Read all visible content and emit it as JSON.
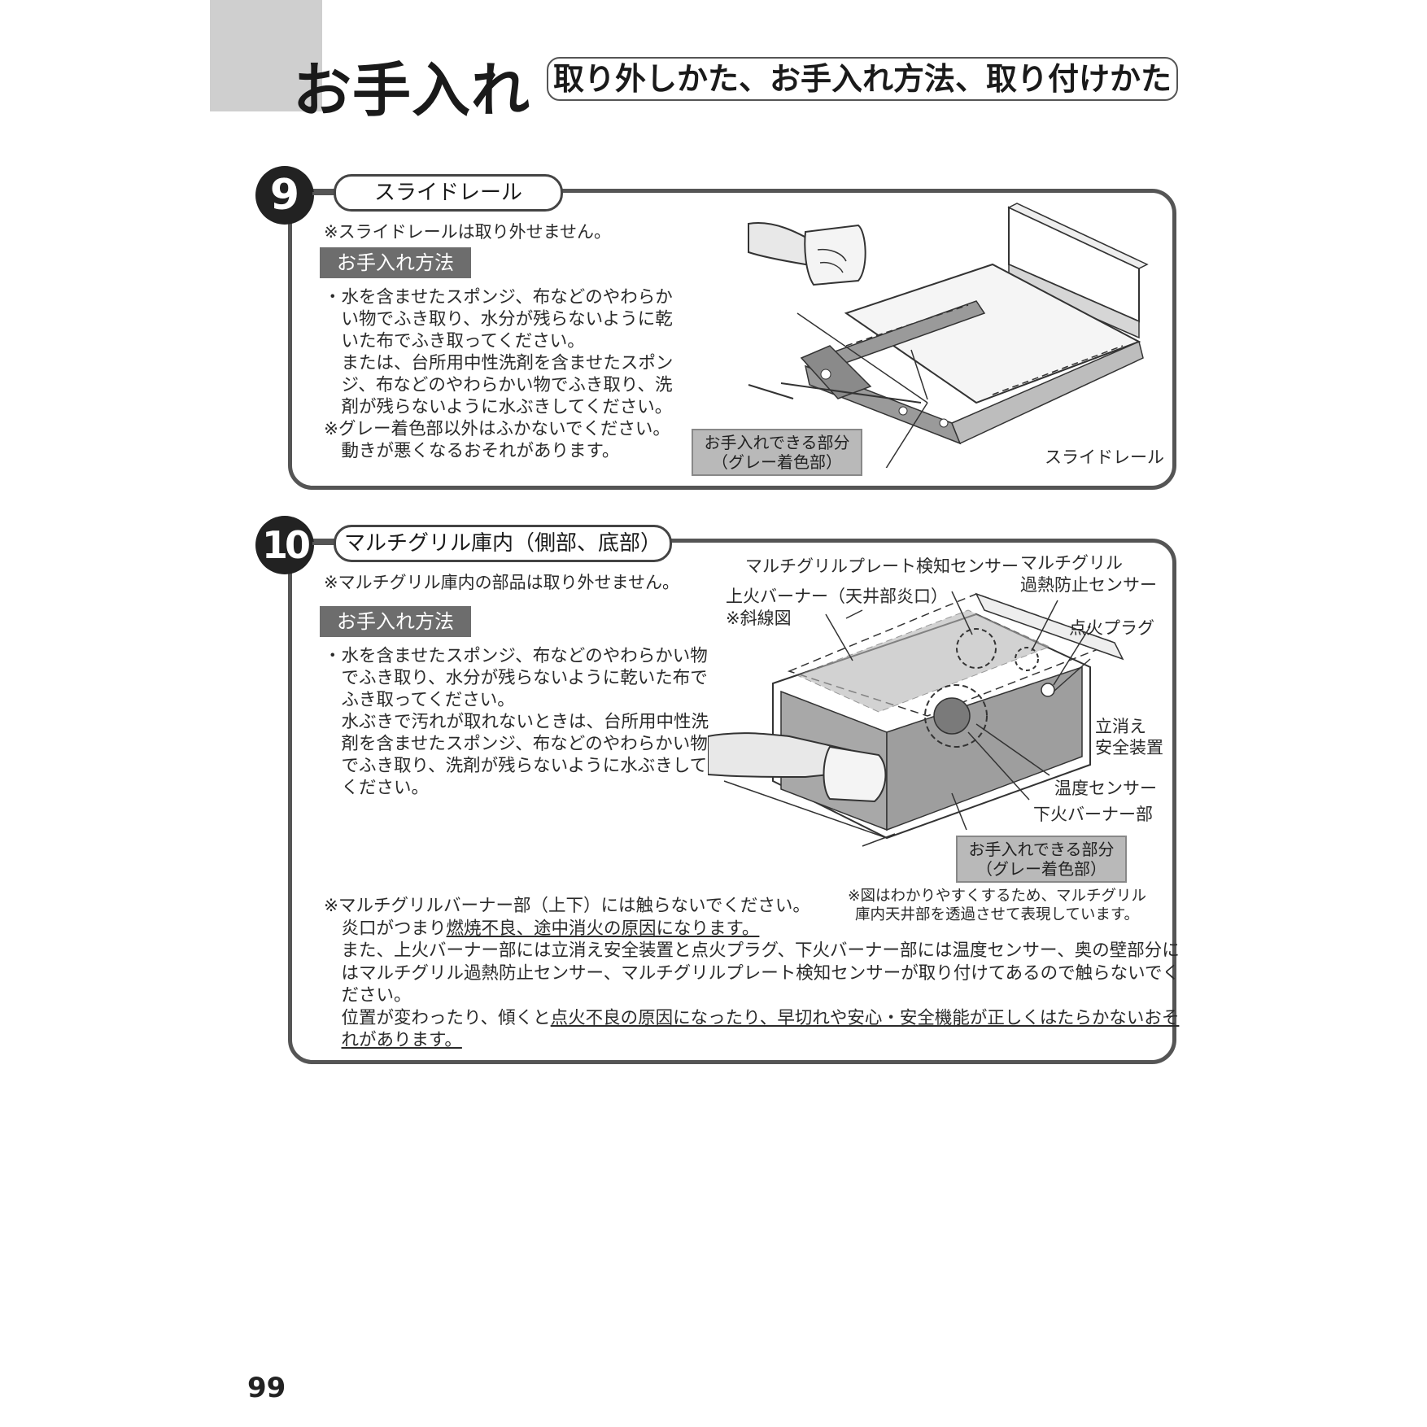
{
  "header": {
    "title": "お手入れ",
    "subtitle": "取り外しかた、お手入れ方法、取り付けかた"
  },
  "section9": {
    "number": "9",
    "title": "スライドレール",
    "note": "※スライドレールは取り外せません。",
    "method_label": "お手入れ方法",
    "body": [
      "・水を含ませたスポンジ、布などのやわらか",
      "　い物でふき取り、水分が残らないように乾",
      "　いた布でふき取ってください。",
      "　または、台所用中性洗剤を含ませたスポン",
      "　ジ、布などのやわらかい物でふき取り、洗",
      "　剤が残らないように水ぶきしてください。",
      "※グレー着色部以外はふかないでください。",
      "　動きが悪くなるおそれがあります。"
    ],
    "callout_box": [
      "お手入れできる部分",
      "（グレー着色部）"
    ],
    "callout_rail": "スライドレール"
  },
  "section10": {
    "number": "10",
    "title": "マルチグリル庫内（側部、底部）",
    "note": "※マルチグリル庫内の部品は取り外せません。",
    "method_label": "お手入れ方法",
    "body": [
      "・水を含ませたスポンジ、布などのやわらかい物",
      "　でふき取り、水分が残らないように乾いた布で",
      "　ふき取ってください。",
      "　水ぶきで汚れが取れないときは、台所用中性洗",
      "　剤を含ませたスポンジ、布などのやわらかい物",
      "　でふき取り、洗剤が残らないように水ぶきして",
      "　ください。"
    ],
    "callouts": {
      "plate_sensor": "マルチグリルプレート検知センサー",
      "overheat_1": "マルチグリル",
      "overheat_2": "過熱防止センサー",
      "upper_burner_1": "上火バーナー（天井部炎口）",
      "upper_burner_2": "※斜線図",
      "ignition_plug": "点火プラグ",
      "safety_1": "立消え",
      "safety_2": "安全装置",
      "temp_sensor": "温度センサー",
      "lower_burner": "下火バーナー部"
    },
    "callout_box": [
      "お手入れできる部分",
      "（グレー着色部）"
    ],
    "figure_note": [
      "※図はわかりやすくするため、マルチグリル",
      "庫内天井部を透過させて表現しています。"
    ],
    "warning": {
      "line1": "※マルチグリルバーナー部（上下）には触らないでください。",
      "line2_plain": "炎口がつまり",
      "line2_u": "燃焼不良、途中消火の原因になります。",
      "line3": "また、上火バーナー部には立消え安全装置と点火プラグ、下火バーナー部には温度センサー、奥の壁部分に",
      "line4": "はマルチグリル過熱防止センサー、マルチグリルプレート検知センサーが取り付けてあるので触らないでく",
      "line5": "ださい。",
      "line6_plain": "位置が変わったり、傾くと",
      "line6_u": "点火不良の原因になったり、早切れや安心・安全機能が正しくはたらかないおそ",
      "line7_u": "れがあります。"
    }
  },
  "page_number": "99"
}
